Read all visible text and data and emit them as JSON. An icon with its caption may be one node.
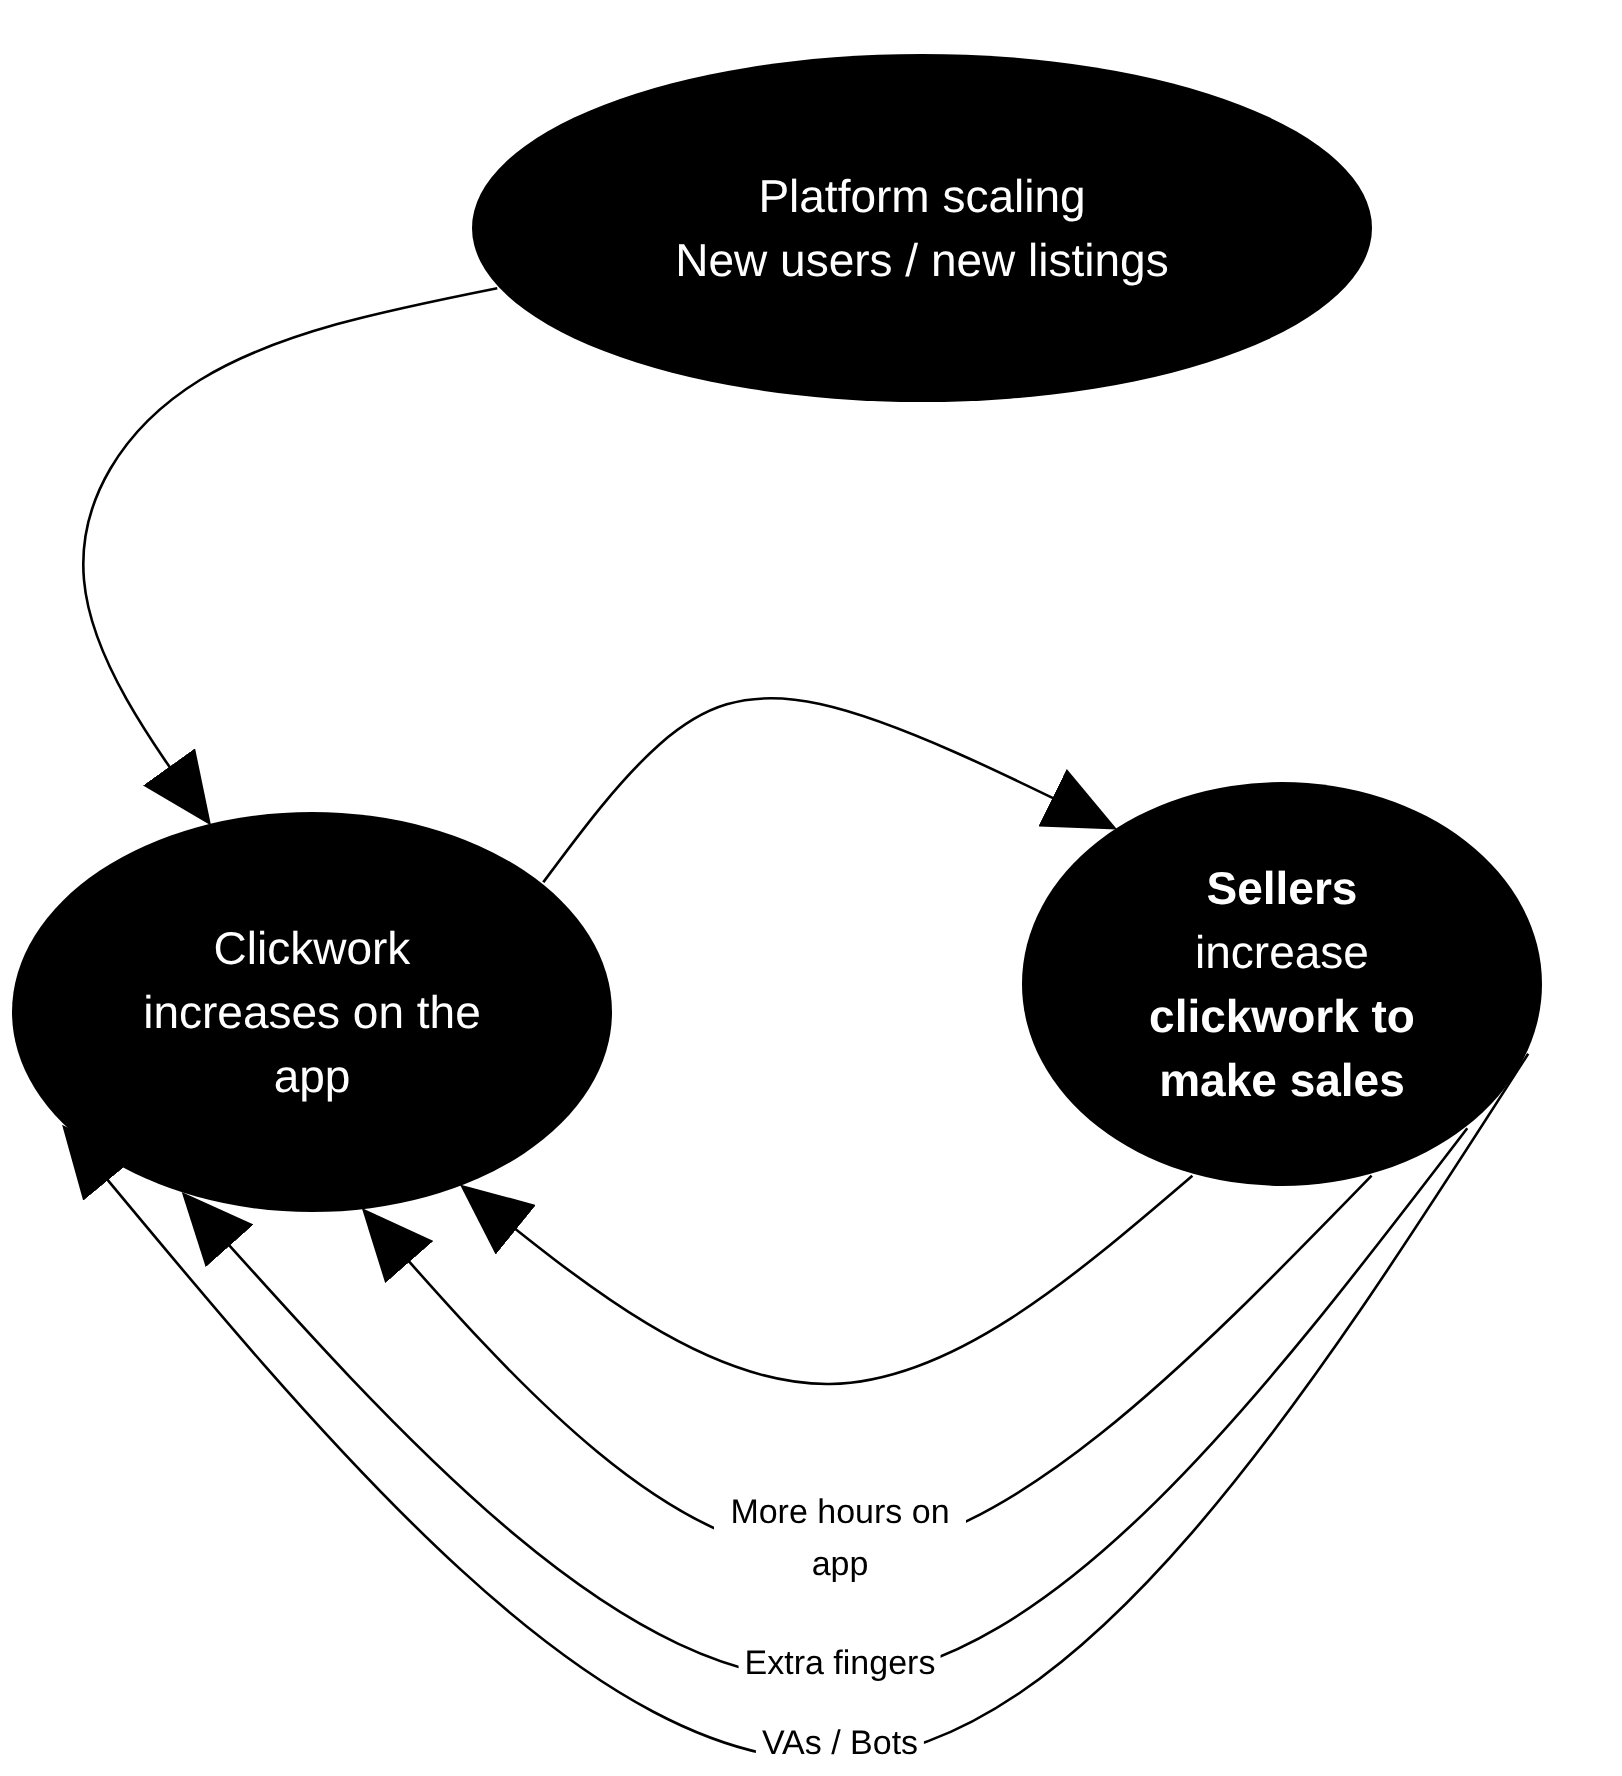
{
  "diagram": {
    "nodes": [
      {
        "text": [
          "Platform scaling",
          "New users / new listings"
        ]
      },
      {
        "text": [
          "Clickwork increases on the app"
        ]
      },
      {
        "text": [
          "**Sellers** increase **clickwork to make sales**"
        ]
      }
    ],
    "edges": [
      {
        "from": 0,
        "to": 1,
        "arrow": "to"
      },
      {
        "from": 1,
        "to": 2,
        "arrow": "to"
      },
      {
        "from": 2,
        "to": 1,
        "arrow": "to"
      },
      {
        "from": 2,
        "to": 1,
        "arrow": "to",
        "label": "More hours on app"
      },
      {
        "from": 2,
        "to": 1,
        "arrow": "to",
        "label": "Extra fingers"
      },
      {
        "from": 2,
        "to": 1,
        "arrow": "to",
        "label": "VAs / Bots"
      }
    ]
  }
}
